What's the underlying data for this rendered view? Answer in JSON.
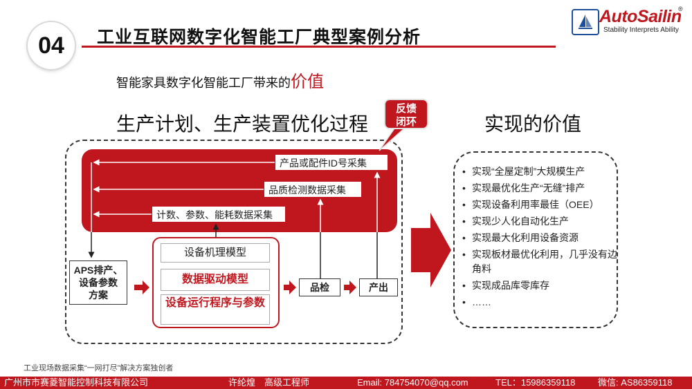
{
  "header": {
    "number": "04",
    "title": "工业互联网数字化智能工厂典型案例分析",
    "subtitle_prefix": "智能家具数字化智能工厂带来的",
    "subtitle_emphasis": "价值"
  },
  "logo": {
    "name": "AutoSailin",
    "tagline": "Stability Interprets Ability",
    "reg_mark": "®",
    "icon": "sailboat-icon"
  },
  "left_section": {
    "heading": "生产计划、生产装置优化过程",
    "feedback_bubble": "反馈\n闭环",
    "band_items": [
      "产品或配件ID号采集",
      "品质检测数据采集",
      "计数、参数、能耗数据采集"
    ],
    "aps_box": "APS排产、\n设备参数\n方案",
    "device_items": [
      "设备机理模型",
      "数据驱动模型",
      "设备运行程序与参数"
    ],
    "qc_box": "品检",
    "output_box": "产出"
  },
  "right_section": {
    "heading": "实现的价值",
    "items": [
      "实现“全屋定制”大规模生产",
      "实现最优化生产“无缝”排产",
      "实现设备利用率最佳（OEE）",
      "实现少人化自动化生产",
      "实现最大化利用设备资源",
      "实现板材最优化利用，几乎没有边角料",
      "实现成品库零库存",
      "……"
    ]
  },
  "note": "工业现场数据采集“一网打尽”解决方案独创者",
  "footer": {
    "company": "广州市市赛菱智能控制科技有限公司",
    "person": "许纶煌　高级工程师",
    "email": "Email:  784754070@qq.com",
    "tel": "TEL：15986359118",
    "wechat": "微信:   AS86359118"
  },
  "colors": {
    "accent": "#c0171f",
    "brand_blue": "#1b4f9c"
  }
}
